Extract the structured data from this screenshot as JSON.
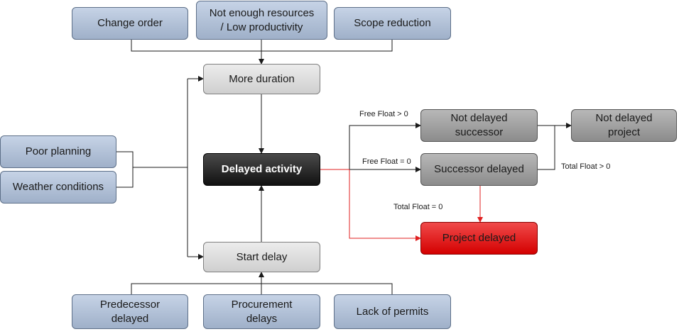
{
  "nodes": {
    "change_order": "Change order",
    "resources": "Not enough resources\n/ Low productivity",
    "scope": "Scope reduction",
    "more_duration": "More duration",
    "poor_planning": "Poor planning",
    "weather": "Weather conditions",
    "delayed_activity": "Delayed activity",
    "start_delay": "Start delay",
    "predecessor": "Predecessor\ndelayed",
    "procurement": "Procurement\ndelays",
    "permits": "Lack of permits",
    "not_delayed_successor": "Not delayed\nsuccessor",
    "successor_delayed": "Successor  delayed",
    "not_delayed_project": "Not delayed\nproject",
    "project_delayed": "Project delayed"
  },
  "edge_labels": {
    "free_float_pos": "Free Float > 0",
    "free_float_zero": "Free Float = 0",
    "total_float_pos": "Total Float > 0",
    "total_float_zero": "Total Float = 0"
  },
  "colors": {
    "cause_fill": "#b3c2d8",
    "process_fill": "#dcdcdc",
    "outcome_fill": "#a3a3a3",
    "critical_fill": "#e02020",
    "delayed_activity_fill": "#2a2a2a",
    "critical_path_line": "#e02020"
  }
}
